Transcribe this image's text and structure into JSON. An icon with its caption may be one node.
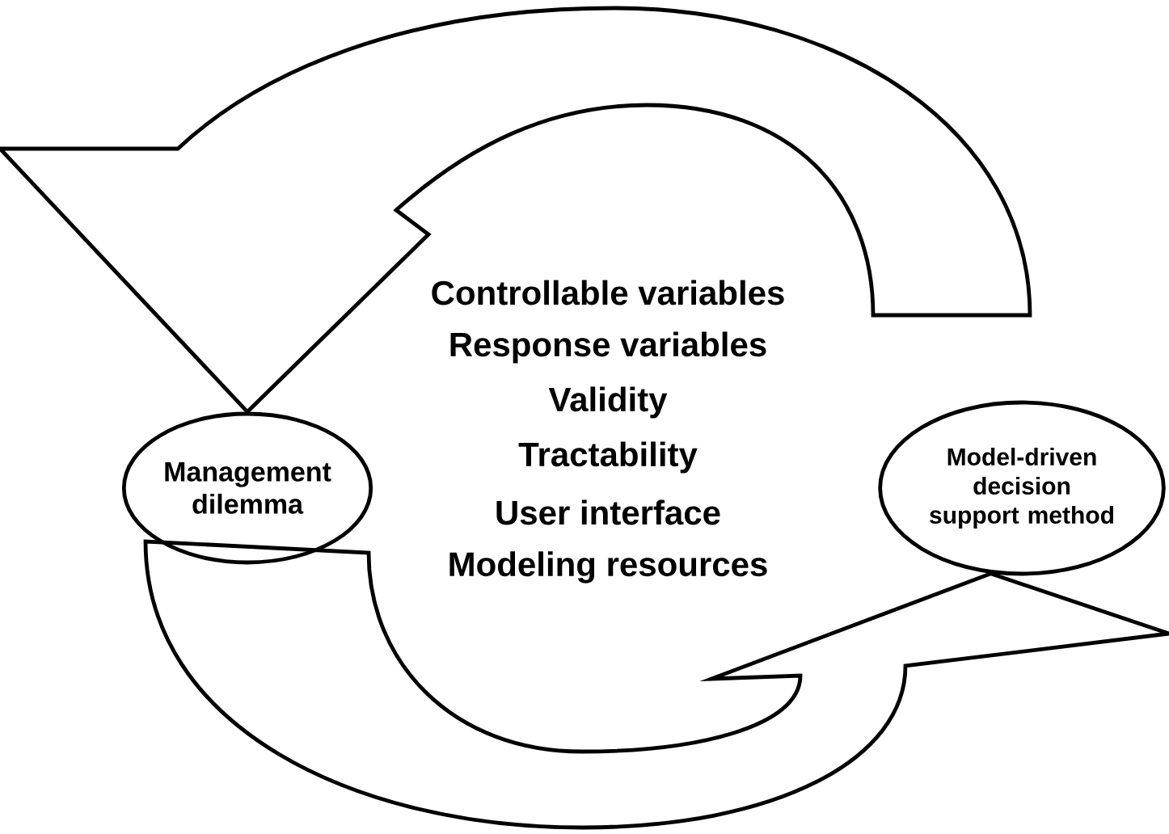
{
  "diagram": {
    "nodes": [
      {
        "text": [
          "Management dilemma"
        ]
      },
      {
        "text": [
          "Model-driven decision support method"
        ]
      }
    ],
    "edges": [
      {
        "from": 1,
        "to": 0,
        "arrow": "to"
      },
      {
        "from": 0,
        "to": 1,
        "arrow": "to"
      }
    ],
    "labels": [
      "Controllable variables",
      "Response variables",
      "Validity",
      "Tractability",
      "User interface",
      "Modeling resources"
    ]
  }
}
